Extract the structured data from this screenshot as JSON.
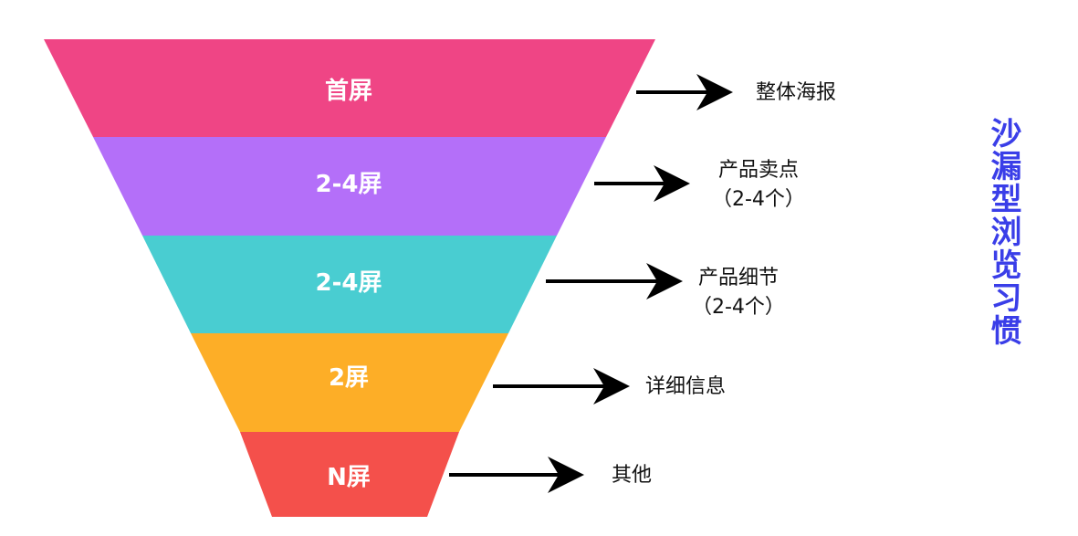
{
  "title": "沙漏型浏览习惯",
  "layers": [
    {
      "label": "首屏",
      "color": "#ef4585"
    },
    {
      "label": "2-4屏",
      "color": "#b46ff9"
    },
    {
      "label": "2-4屏",
      "color": "#49cdd1"
    },
    {
      "label": "2屏",
      "color": "#fdae27"
    },
    {
      "label": "N屏",
      "color": "#f4504b"
    }
  ],
  "descriptions": [
    {
      "line1": "整体海报",
      "line2": ""
    },
    {
      "line1": "产品卖点",
      "line2": "（2-4个）"
    },
    {
      "line1": "产品细节",
      "line2": "（2-4个）"
    },
    {
      "line1": "详细信息",
      "line2": ""
    },
    {
      "line1": "其他",
      "line2": ""
    }
  ],
  "colors": {
    "title": "#3a3ee8",
    "arrow": "#000000"
  }
}
